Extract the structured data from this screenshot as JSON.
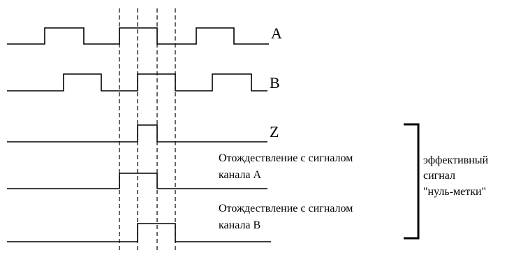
{
  "signals": {
    "a": "A",
    "b": "B",
    "z": "Z"
  },
  "notes": {
    "channel_a_line1": "Отождествление с сигналом",
    "channel_a_line2": "канала А",
    "channel_b_line1": "Отождествление с сигналом",
    "channel_b_line2": "канала В"
  },
  "bracket_label": {
    "line1": "эффективный",
    "line2": "сигнал",
    "line3": "\"нуль-метки\""
  }
}
